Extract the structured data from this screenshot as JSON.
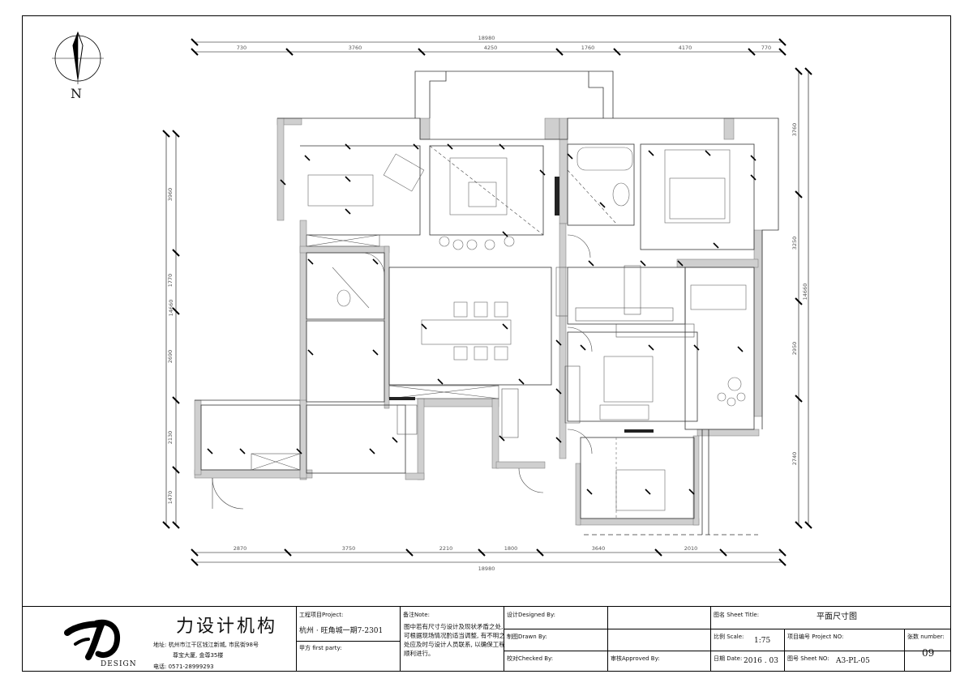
{
  "compass": {
    "label": "N"
  },
  "dimensions": {
    "top_total": "18980",
    "top_segments": [
      "730",
      "3760",
      "4250",
      "1760",
      "4170",
      "770"
    ],
    "bottom_total": "18980",
    "bottom_segments": [
      "2870",
      "3750",
      "2210",
      "1800",
      "3640",
      "2010"
    ],
    "left_total": "14660",
    "left_segments": [
      "3960",
      "1770",
      "2690",
      "2130",
      "1470"
    ],
    "right_total": "14660",
    "right_segments": [
      "3760",
      "3250",
      "2950",
      "2740"
    ]
  },
  "title_block": {
    "firm_name": "力设计机构",
    "logo_text": "DESIGN",
    "address_line1": "地址: 杭州市江干区钱江新城, 市民街98号",
    "address_line2": "尊宝大厦, 金尊35楼",
    "phone": "电话: 0571-28999293",
    "project_label": "工程项目Project:",
    "project_value": "杭州 · 旺角城一期7-2301",
    "client_label": "甲方 first party:",
    "notes_label": "备注Note:",
    "notes_text": "图中若有尺寸与设计及现状矛盾之处, 可根据现场情况酌适当调整, 有不明之处应及时与设计人员联系, 以确保工程顺利进行。",
    "designed_label": "设计Designed By:",
    "drawn_label": "制图Drawn By:",
    "checked_label": "校对Checked By:",
    "approved_label": "审核Approved By:",
    "sheet_title_label": "图名 Sheet Title:",
    "sheet_title_value": "平面尺寸图",
    "scale_label": "比例 Scale:",
    "scale_value": "1:75",
    "project_no_label": "项目编号 Project NO:",
    "sheet_count_label": "张数 number:",
    "sheet_count_value": "09",
    "date_label": "日期 Date:",
    "date_value": "2016 . 03",
    "sheet_no_label": "图号 Sheet NO:",
    "sheet_no_value": "A3-PL-05"
  }
}
